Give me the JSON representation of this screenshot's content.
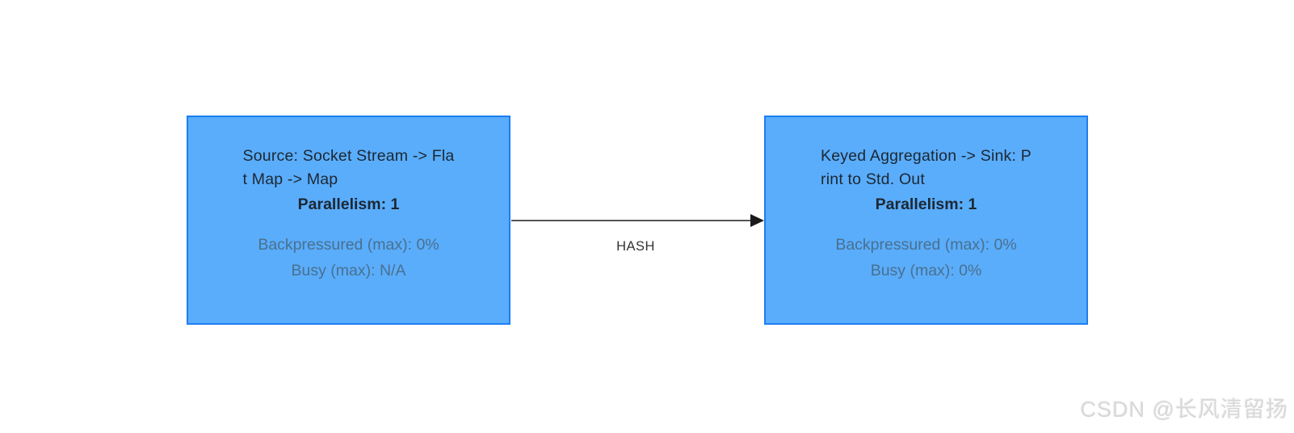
{
  "graph": {
    "nodes": [
      {
        "name_lines": [
          "Source: Socket Stream -> Fla",
          "t Map -> Map"
        ],
        "parallelism": "Parallelism: 1",
        "backpressured": "Backpressured (max): 0%",
        "busy": "Busy (max): N/A"
      },
      {
        "name_lines": [
          "Keyed Aggregation -> Sink: P",
          "rint to Std. Out"
        ],
        "parallelism": "Parallelism: 1",
        "backpressured": "Backpressured (max): 0%",
        "busy": "Busy (max): 0%"
      }
    ],
    "edges": [
      {
        "label": "HASH"
      }
    ],
    "colors": {
      "background": "#ffffff",
      "node_fill": "#5aadfb",
      "node_border": "#1d7ef2",
      "node_title_text": "#1c2733",
      "node_stats_text": "#49708f",
      "edge_line": "#555555",
      "edge_arrow": "#1a1a1a",
      "edge_label_text": "#333333",
      "watermark_text": "#d8d8d8"
    }
  },
  "watermark": {
    "text": "CSDN @长风清留扬"
  }
}
